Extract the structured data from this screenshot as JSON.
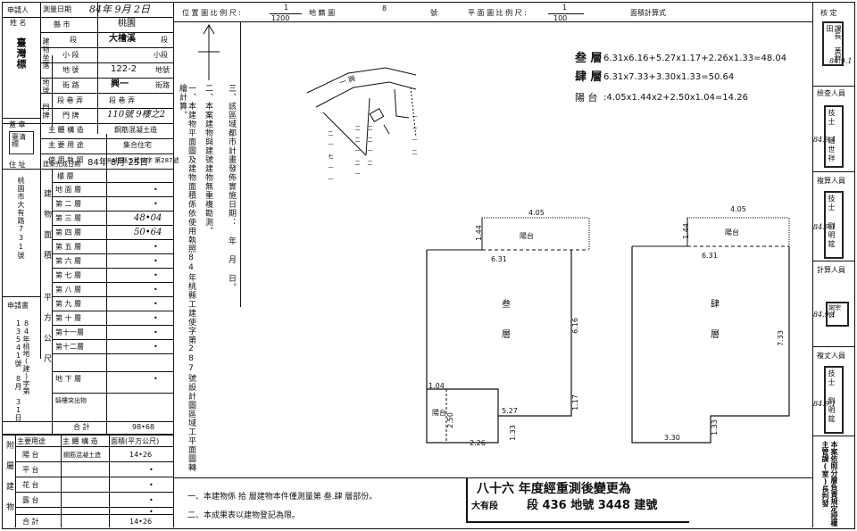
{
  "left_table": {
    "applicant_label": "申請人",
    "survey_date_label": "測量日期",
    "survey_date": "84年 9月 2日",
    "name_label": "姓 名",
    "city_label": "縣 市",
    "city": "桃園",
    "owner_name": "臺灣標",
    "section_label": "段",
    "section": "大檜溪",
    "section_suffix": "段",
    "subsection_label": "小 段",
    "subsection_suffix": "小段",
    "plot_label": "地 號",
    "plot_no": "122-2",
    "plot_suffix": "地號",
    "street_label": "街 路",
    "street": "興一",
    "street_suffix": "街路",
    "lane_label": "段 巷 弄",
    "lane_value": "段 巷 弄",
    "door_label": "門 牌",
    "door_value": "110號 9樓之2",
    "location_col": "建物坐落 地號 門牌",
    "seal_label": "蓋 章",
    "seal_text": "臺清標",
    "main_structure_label": "主 體 構 造",
    "main_structure": "鋼筋混凝土造",
    "main_use_label": "主 要 用 途",
    "main_use": "集合住宅",
    "permit_label": "使 用 執 照",
    "permit_value": "84桃縣工建使字 第287號",
    "address_label": "住 址",
    "address_vertical": "桃園市大有路731號",
    "completion_label": "建築完成日期",
    "completion_date": "84年 8月 25日",
    "floor_col_label": "建物面積 平方公尺",
    "floors_header": "樓 層",
    "floors": [
      {
        "name": "地 面 層",
        "area": "•"
      },
      {
        "name": "第 二 層",
        "area": "•"
      },
      {
        "name": "第 三 層",
        "area": "48•04"
      },
      {
        "name": "第 四 層",
        "area": "50•64"
      },
      {
        "name": "第 五 層",
        "area": "•"
      },
      {
        "name": "第 六 層",
        "area": "•"
      },
      {
        "name": "第 七 層",
        "area": "•"
      },
      {
        "name": "第 八 層",
        "area": "•"
      },
      {
        "name": "第 九 層",
        "area": "•"
      },
      {
        "name": "第 十 層",
        "area": "•"
      },
      {
        "name": "第十一層",
        "area": "•"
      },
      {
        "name": "第十二層",
        "area": "•"
      },
      {
        "name": "",
        "area": ""
      },
      {
        "name": "地 下 層",
        "area": "•"
      },
      {
        "name": "騎樓突出物",
        "area": ""
      }
    ],
    "total_label": "合 計",
    "total_area": "98•68",
    "application_label": "申請書",
    "application_vertical": "84年桃地(建)字第 13541號 8月 31日",
    "attached_label": "附屬建物",
    "attached_header_use": "主要用途",
    "attached_header_struct": "主 體 構 造",
    "attached_header_area": "面積(平方公尺)",
    "attached": [
      {
        "use": "陽 台",
        "struct": "鋼筋混凝土造",
        "area": "14•26"
      },
      {
        "use": "平 台",
        "struct": "",
        "area": "•"
      },
      {
        "use": "花 台",
        "struct": "",
        "area": "•"
      },
      {
        "use": "露 台",
        "struct": "",
        "area": "•"
      },
      {
        "use": "",
        "struct": "",
        "area": "•"
      },
      {
        "use": "合 計",
        "struct": "",
        "area": "14•26"
      }
    ]
  },
  "header": {
    "location_scale_label": "位 置 圖 比 例 尺 :",
    "location_scale_num": "1",
    "location_scale_den": "1200",
    "land_map_label": "地 籍 圖",
    "land_map_no": "8",
    "land_map_suffix": "號",
    "plan_scale_label": "平 面 圖 比 例 尺 :",
    "plan_scale_num": "1",
    "plan_scale_den": "100",
    "area_calc_label": "面積計算式"
  },
  "calc": [
    {
      "floor": "叁 層",
      "formula": "6.31x6.16+5.27x1.17+2.26x1.33=48.04"
    },
    {
      "floor": "肆 層",
      "formula": "6.31x7.33+3.30x1.33=50.64"
    },
    {
      "floor": "陽 台",
      "formula": ":4.05x1.44x2+2.50x1.04=14.26"
    }
  ],
  "notes_vertical": [
    "一、本建物平面圖及建物面積係依使用執照84年桃縣工建使字第287號設計圖區域工平面圖轉繪計算。",
    "二、本案建物與建號建物無重複勘測。",
    "三、該區域都市計畫發佈實施日期：  年  月  日。"
  ],
  "site_map": {
    "road_label": "一 興",
    "lot_labels": [
      "二 一 七 一 一",
      "二 二 一 二 一",
      "二 二 一 二",
      "一 一 一 二"
    ]
  },
  "plan3": {
    "balcony": "陽台",
    "top_width": "4.05",
    "balcony_depth": "1.44",
    "main_width": "6.31",
    "main_height": "6.16",
    "room_char1": "叁",
    "room_char2": "層",
    "lower_width": "5.27",
    "lower_height": "1.17",
    "side_depth": "1.04",
    "side_balcony": "陽台",
    "side_len": "2.50",
    "bottom_width": "2.26",
    "bottom_height": "1.33"
  },
  "plan4": {
    "balcony": "陽台",
    "top_width": "4.05",
    "balcony_depth": "1.44",
    "main_width": "6.31",
    "main_height": "7.33",
    "room_char1": "肆",
    "room_char2": "層",
    "bottom_width": "3.30",
    "bottom_height": "1.33"
  },
  "footer": {
    "note1": "一、本建物係  拾  層建物本件僅測量第 叁.肆 層部份。",
    "note2": "二、本成果表以建物登記為限。",
    "stamp_line1": "八十六  年度經重測後變更為",
    "stamp_line2a": "大有段",
    "stamp_line2b": "段 436 地號 3448 建號"
  },
  "right_col": {
    "verify_label": "核 定",
    "verify_title": "課長 黃群田",
    "verify_date": "84.9.1",
    "check_label": "檢查人員",
    "check_name": "技士 趙世祥",
    "check_date": "84.9.1",
    "review_label": "複算人員",
    "review_name": "技士 劉明筵",
    "review_date": "84.9.1",
    "calc_label": "計算人員",
    "calc_name": "謝宗良",
    "calc_date": "84.9.1",
    "survey_label": "複丈人員",
    "survey_name": "技士 劉明筵",
    "survey_date": "84.9.1",
    "bottom_note": "本案依照分層負責規定授權主管課(室)長判發"
  }
}
